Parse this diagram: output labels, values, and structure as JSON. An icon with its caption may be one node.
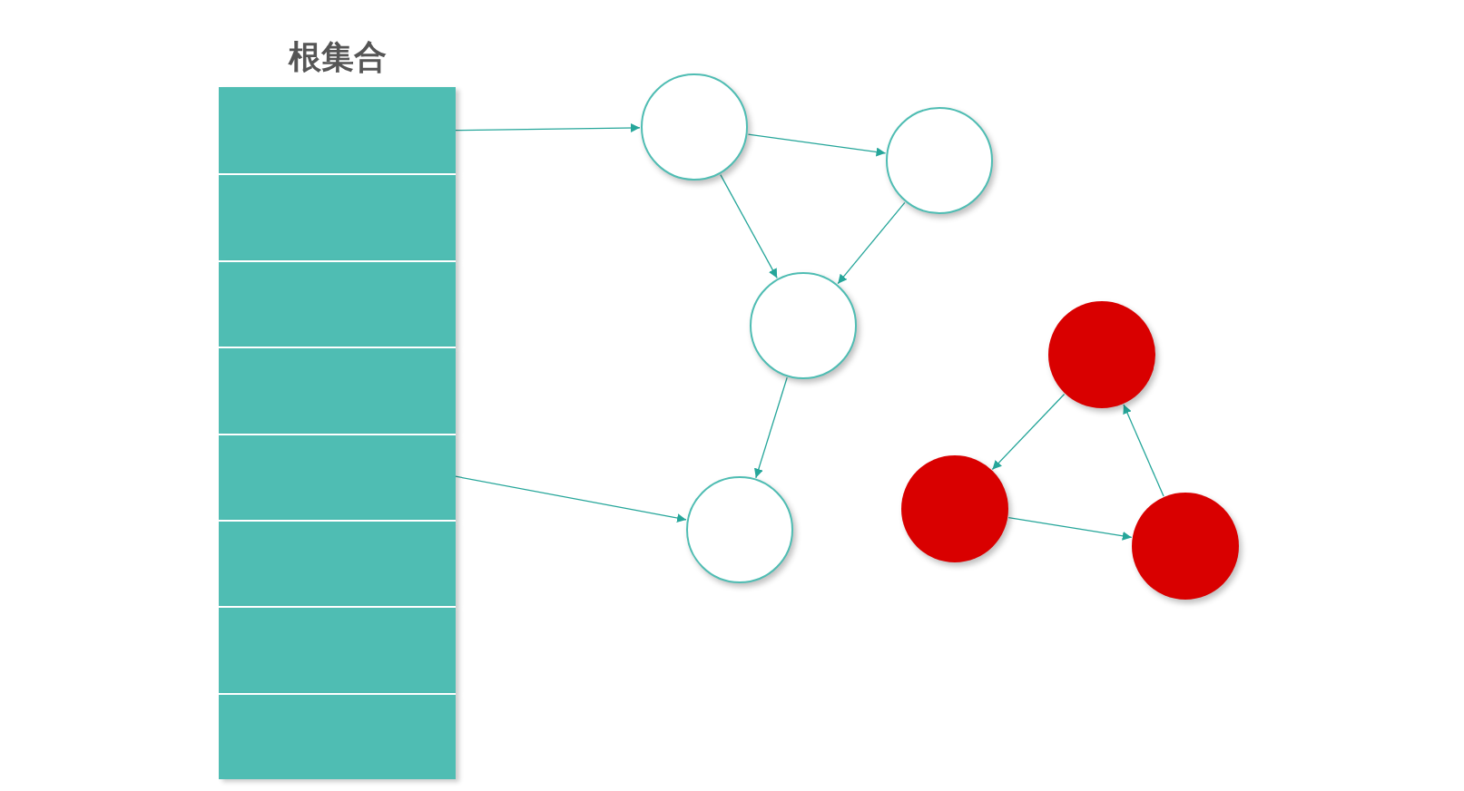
{
  "diagram": {
    "nodes": [
      {
        "text": [
          "根集合"
        ]
      },
      {
        "text": [],
        "shape": "box",
        "in": 0
      },
      {
        "text": [],
        "shape": "box",
        "in": 0
      },
      {
        "text": [],
        "shape": "box",
        "in": 0
      },
      {
        "text": [],
        "shape": "box",
        "in": 0
      },
      {
        "text": [],
        "shape": "box",
        "in": 0
      },
      {
        "text": [],
        "shape": "box",
        "in": 0
      },
      {
        "text": [],
        "shape": "box",
        "in": 0
      },
      {
        "text": [],
        "shape": "box",
        "in": 0
      },
      {
        "text": [],
        "shape": "circle"
      },
      {
        "text": [],
        "shape": "circle"
      },
      {
        "text": [],
        "shape": "circle"
      },
      {
        "text": [],
        "shape": "circle"
      },
      {
        "text": [],
        "shape": "circle"
      },
      {
        "text": [],
        "shape": "circle"
      },
      {
        "text": [],
        "shape": "circle"
      }
    ],
    "edges": [
      {
        "from": 1,
        "to": 9,
        "arrow": "to"
      },
      {
        "from": 9,
        "to": 10,
        "arrow": "to"
      },
      {
        "from": 9,
        "to": 11,
        "arrow": "to"
      },
      {
        "from": 10,
        "to": 11,
        "arrow": "to"
      },
      {
        "from": 11,
        "to": 12,
        "arrow": "to"
      },
      {
        "from": 5,
        "to": 12,
        "arrow": "to"
      },
      {
        "from": 13,
        "to": 14,
        "arrow": "to"
      },
      {
        "from": 14,
        "to": 15,
        "arrow": "to"
      },
      {
        "from": 15,
        "to": 13,
        "arrow": "to"
      }
    ]
  }
}
